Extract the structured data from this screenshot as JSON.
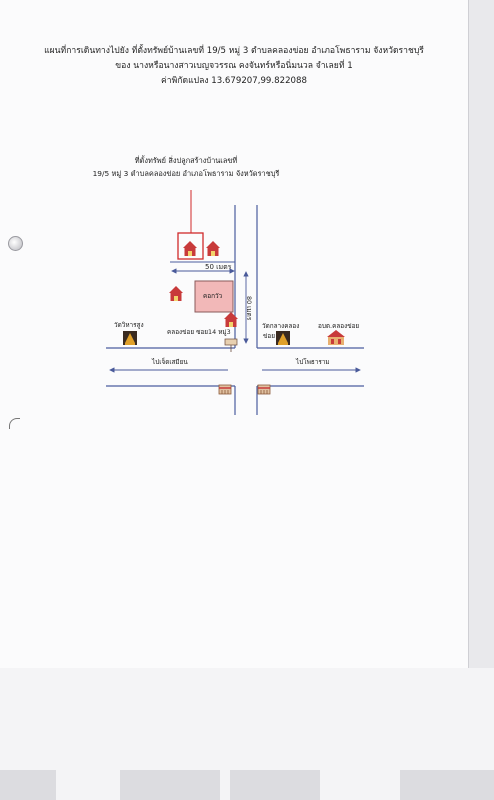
{
  "header": {
    "line1": "แผนที่การเดินทางไปยัง ที่ตั้งทรัพย์บ้านเลขที่ 19/5 หมู่ 3 ตำบลคลองข่อย อำเภอโพธาราม จังหวัดราชบุรี",
    "line2": "ของ นางหรือนางสาวเบญจวรรณ คงจันทร์หรือนิ่มนวล จำเลยที่ 1",
    "line3": "ค่าพิกัดแปลง 13.679207,99.822088"
  },
  "target": {
    "line1": "ที่ตั้งทรัพย์ สิ่งปลูกสร้างบ้านเลขที่",
    "line2": "19/5 หมู่ 3 ตำบลคลองข่อย อำเภอโพธาราม จังหวัดราชบุรี"
  },
  "map": {
    "dist_horizontal": "50 เมตร",
    "dist_vertical": "80 เมตร",
    "pen_label": "คอกวัว",
    "temple_left": "วัดวิหารสูง",
    "temple_mid_line1": "วัดกลางคลอง",
    "temple_mid_line2": "ข่อย",
    "office": "อบต.คลองข่อย",
    "soi_sign": "คลองข่อย ซอย14 หมู่3",
    "to_left": "ไปเจ็ดเสมียน",
    "to_right": "ไปโพธาราม"
  },
  "colors": {
    "house": "#c83a3a",
    "target_box": "#d02a2a",
    "pen_fill": "#f2b8b8",
    "arrow": "#4a5a9a",
    "road": "#4b5e9e"
  }
}
